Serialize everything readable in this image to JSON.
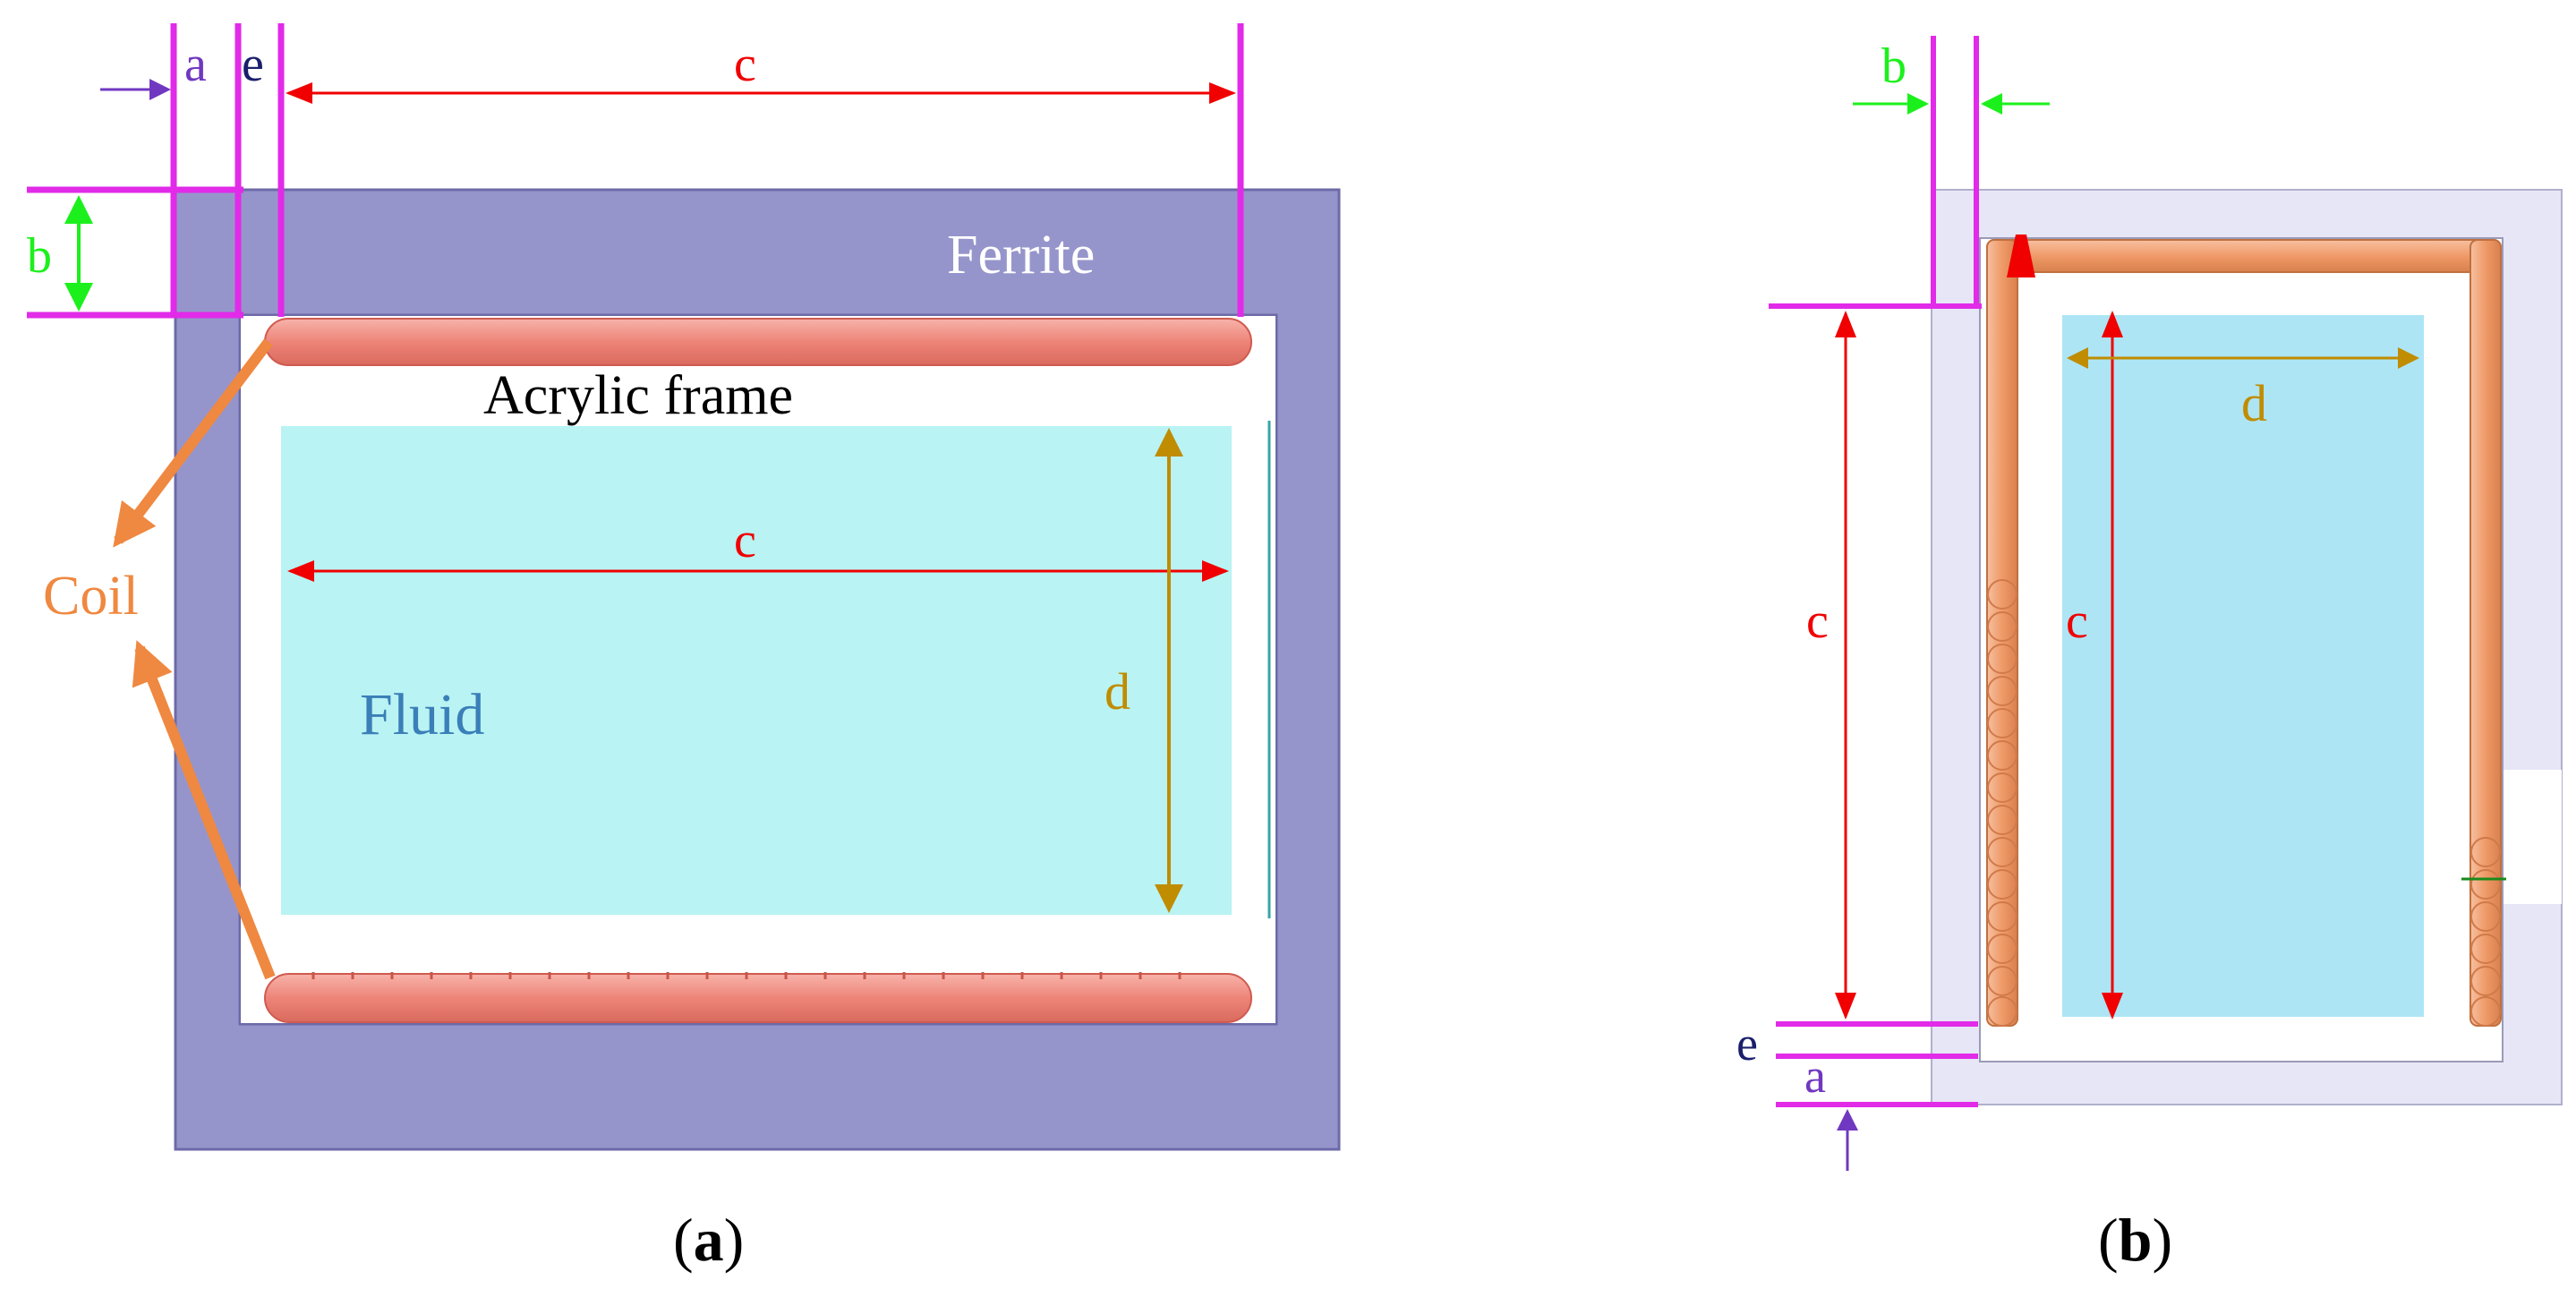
{
  "panel_a": {
    "labels": {
      "ferrite": "Ferrite",
      "acrylic": "Acrylic frame",
      "fluid": "Fluid",
      "coil": "Coil",
      "dim_a": "a",
      "dim_e": "e",
      "dim_c_top": "c",
      "dim_c_mid": "c",
      "dim_b": "b",
      "dim_d": "d"
    },
    "caption": {
      "open": "(",
      "letter": "a",
      "close": ")"
    }
  },
  "panel_b": {
    "labels": {
      "dim_b": "b",
      "dim_d": "d",
      "dim_c_outer": "c",
      "dim_c_inner": "c",
      "dim_e": "e",
      "dim_a": "a"
    },
    "caption": {
      "open": "(",
      "letter": "b",
      "close": ")"
    }
  },
  "colors": {
    "ferrite": "#9695cb",
    "fluid": "#b9f3f3",
    "fluid_b": "#ade5f5",
    "coil": "#f08a80",
    "coil_b": "#f0a070",
    "magenta": "#e12be8",
    "red": "#f00000",
    "green": "#1cf01c",
    "gold": "#c08c00",
    "orange": "#ef8840",
    "purple": "#7038c0",
    "navy": "#1a1f6b",
    "ferrite_b": "#e6e6f6"
  }
}
